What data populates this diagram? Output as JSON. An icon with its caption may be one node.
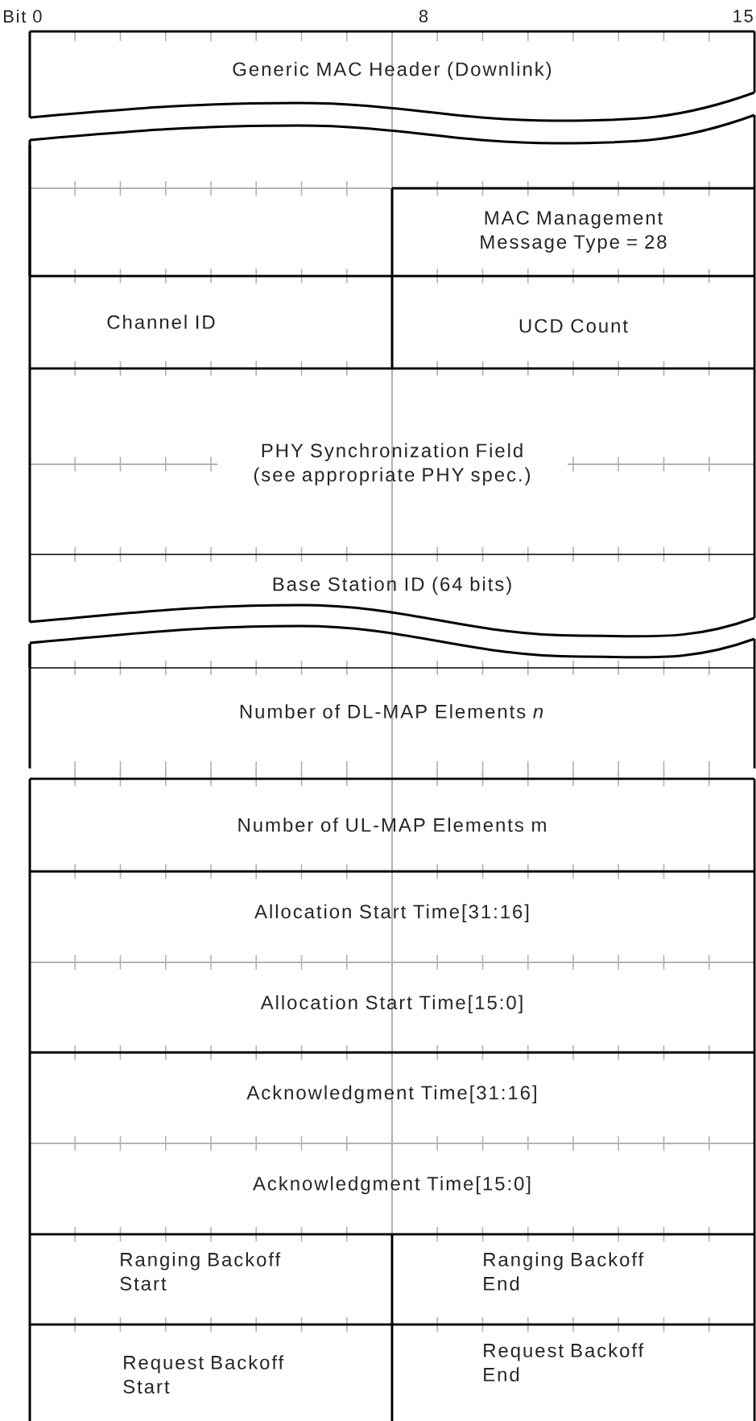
{
  "diagram": {
    "nodes": [
      {
        "text": [
          "Generic MAC Header (Downlink)"
        ]
      },
      {
        "text": [],
        "shape": "box"
      },
      {
        "text": [
          "MAC Management Message Type = 28"
        ]
      },
      {
        "text": [
          "Channel ID"
        ]
      },
      {
        "text": [
          "UCD Count"
        ]
      },
      {
        "text": [
          "PHY Synchronization Field (see appropriate PHY spec.)"
        ]
      },
      {
        "text": [
          "Base Station ID (64 bits)"
        ]
      },
      {
        "text": [],
        "shape": "box"
      },
      {
        "text": [
          "Number of DL-MAP Elements *n*"
        ]
      },
      {
        "text": [
          "Number of UL-MAP Elements m"
        ]
      },
      {
        "text": [
          "Allocation Start Time[31:16]"
        ]
      },
      {
        "text": [
          "Allocation Start Time[15:0]"
        ]
      },
      {
        "text": [
          "Acknowledgment Time[31:16]"
        ]
      },
      {
        "text": [
          "Acknowledgment Time[15:0]"
        ]
      },
      {
        "text": [
          "Ranging Backoff Start"
        ]
      },
      {
        "text": [
          "Ranging Backoff End"
        ]
      },
      {
        "text": [
          "Request Backoff Start"
        ]
      },
      {
        "text": [
          "Request Backoff End"
        ]
      }
    ],
    "labels": [
      "Bit 0",
      "8",
      "15"
    ]
  }
}
